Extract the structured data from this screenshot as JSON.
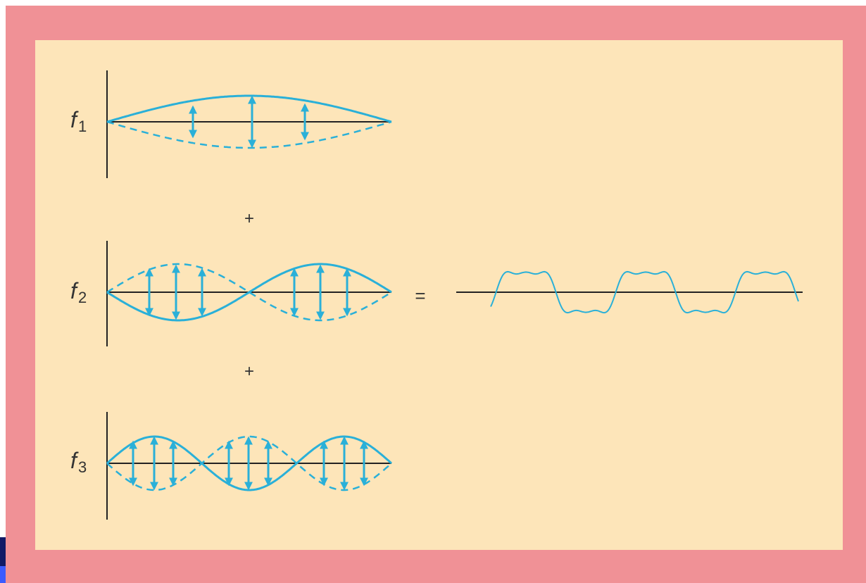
{
  "diagram": {
    "components": [
      {
        "symbol": "f",
        "subscript": "1",
        "harmonic": 1
      },
      {
        "symbol": "f",
        "subscript": "2",
        "harmonic": 2
      },
      {
        "symbol": "f",
        "subscript": "3",
        "harmonic": 3
      }
    ],
    "operators": {
      "plus": "+",
      "equals": "="
    },
    "colors": {
      "frame": "#f09196",
      "panel": "#fde5b9",
      "wave": "#2ab0d8",
      "axis": "#222222"
    }
  }
}
